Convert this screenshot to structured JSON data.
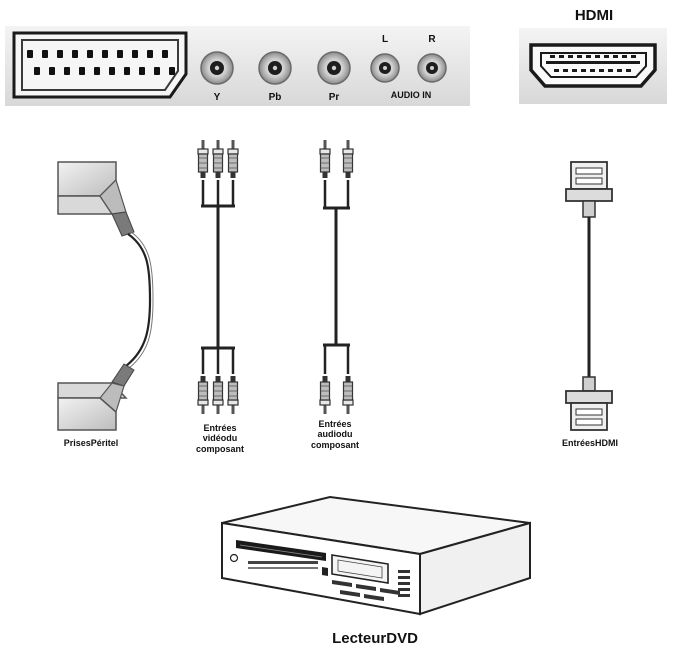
{
  "panel": {
    "jack_labels": [
      "Y",
      "Pb",
      "Pr"
    ],
    "audio_left": "L",
    "audio_right": "R",
    "audio_in": "AUDIO IN",
    "hdmi_title": "HDMI"
  },
  "cables": {
    "scart": "PrisesPéritel",
    "component_video": [
      "Entrées",
      "vidéodu",
      "composant"
    ],
    "component_audio": [
      "Entrées",
      "audiodu",
      "composant"
    ],
    "hdmi": "EntréesHDMI"
  },
  "device": {
    "name": "LecteurDVD"
  }
}
